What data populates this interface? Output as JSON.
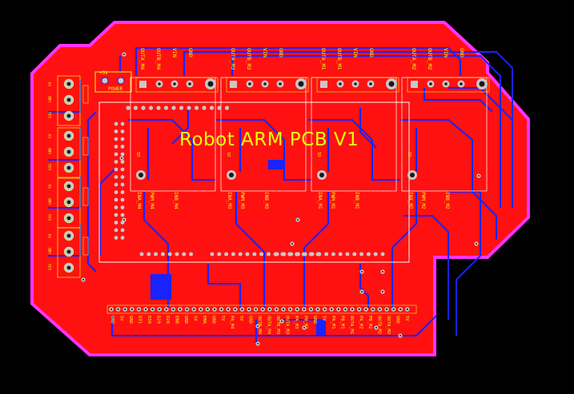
{
  "board": {
    "title": "Robot ARM PCB V1",
    "colors": {
      "background": "#000000",
      "copper_top": "#ff1111",
      "copper_bottom": "#1a22ff",
      "outline": "#ff33ff",
      "silkscreen": "#e8ff10",
      "pad": "#c8c8c8",
      "hole": "#1a1a1a",
      "keepout": "#ffffff"
    }
  },
  "motor_headers": [
    {
      "labels": [
        "OUTA_M4",
        "OUTB_M4",
        "VIN",
        "GND"
      ]
    },
    {
      "labels": [
        "OUTA_M3",
        "OUTB_M3",
        "VIN",
        "GND"
      ]
    },
    {
      "labels": [
        "OUTA_M1",
        "OUTB_M1",
        "VIN",
        "GND"
      ]
    },
    {
      "labels": [
        "OUTA_M2",
        "OUTB_M2",
        "VIN",
        "GND"
      ]
    }
  ],
  "driver_modules": [
    {
      "ref": "U1",
      "labels": [
        "INA_M4",
        "PWM_M4",
        "INB_M4"
      ]
    },
    {
      "ref": "U1",
      "labels": [
        "INA_M3",
        "PWM_M3",
        "INB_M3"
      ]
    },
    {
      "ref": "U1",
      "labels": [
        "INA_M1",
        "PWM_M1",
        "INB_M1"
      ]
    },
    {
      "ref": "U1",
      "labels": [
        "INA_M2",
        "PWM_M2",
        "INB_M2"
      ]
    }
  ],
  "power_header": {
    "labels": [
      "+5V",
      "POWER"
    ]
  },
  "left_connectors": [
    {
      "labels": [
        "5V",
        "GND",
        "SIG"
      ]
    },
    {
      "labels": [
        "5V",
        "GND",
        "SIG"
      ]
    },
    {
      "labels": [
        "5V",
        "GND",
        "SIG"
      ]
    },
    {
      "labels": [
        "5V",
        "GND",
        "SIG"
      ]
    }
  ],
  "bottom_header": {
    "labels": [
      "GND",
      "5V",
      "GND",
      "D31",
      "D30",
      "D29",
      "D28",
      "ENB",
      "GND",
      "5V",
      "ENA",
      "GND",
      "5V",
      "PA_M4",
      "5V",
      "GND",
      "OUTB_M4",
      "OUTA_M4",
      "OUTB_M3",
      "OUTA_M3",
      "PA_M3",
      "PB_M3",
      "GND",
      "5V",
      "PA_M1",
      "PB_M1",
      "OUTA_M1",
      "PA_M2",
      "PB_M2",
      "OUTB_M2",
      "OUTA_M2",
      "GND",
      "5V"
    ]
  }
}
